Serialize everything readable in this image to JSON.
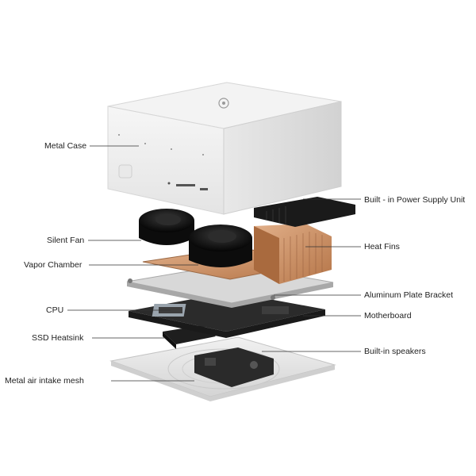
{
  "diagram": {
    "labels": {
      "metal_case": "Metal Case",
      "silent_fan": "Silent Fan",
      "vapor_chamber": "Vapor Chamber",
      "cpu": "CPU",
      "ssd_heatsink": "SSD Heatsink",
      "air_intake_mesh": "Metal air intake mesh",
      "power_supply": "Built - in Power Supply Unit",
      "heat_fins": "Heat Fins",
      "aluminum_bracket": "Aluminum Plate Bracket",
      "motherboard": "Motherboard",
      "speakers": "Built-in speakers"
    },
    "colors": {
      "case": "#efefef",
      "case_shade": "#d9d9d9",
      "fan": "#111111",
      "copper": "#c98e62",
      "board": "#2b2b2b",
      "mesh": "#e2e2e2",
      "leader": "#333333"
    }
  }
}
